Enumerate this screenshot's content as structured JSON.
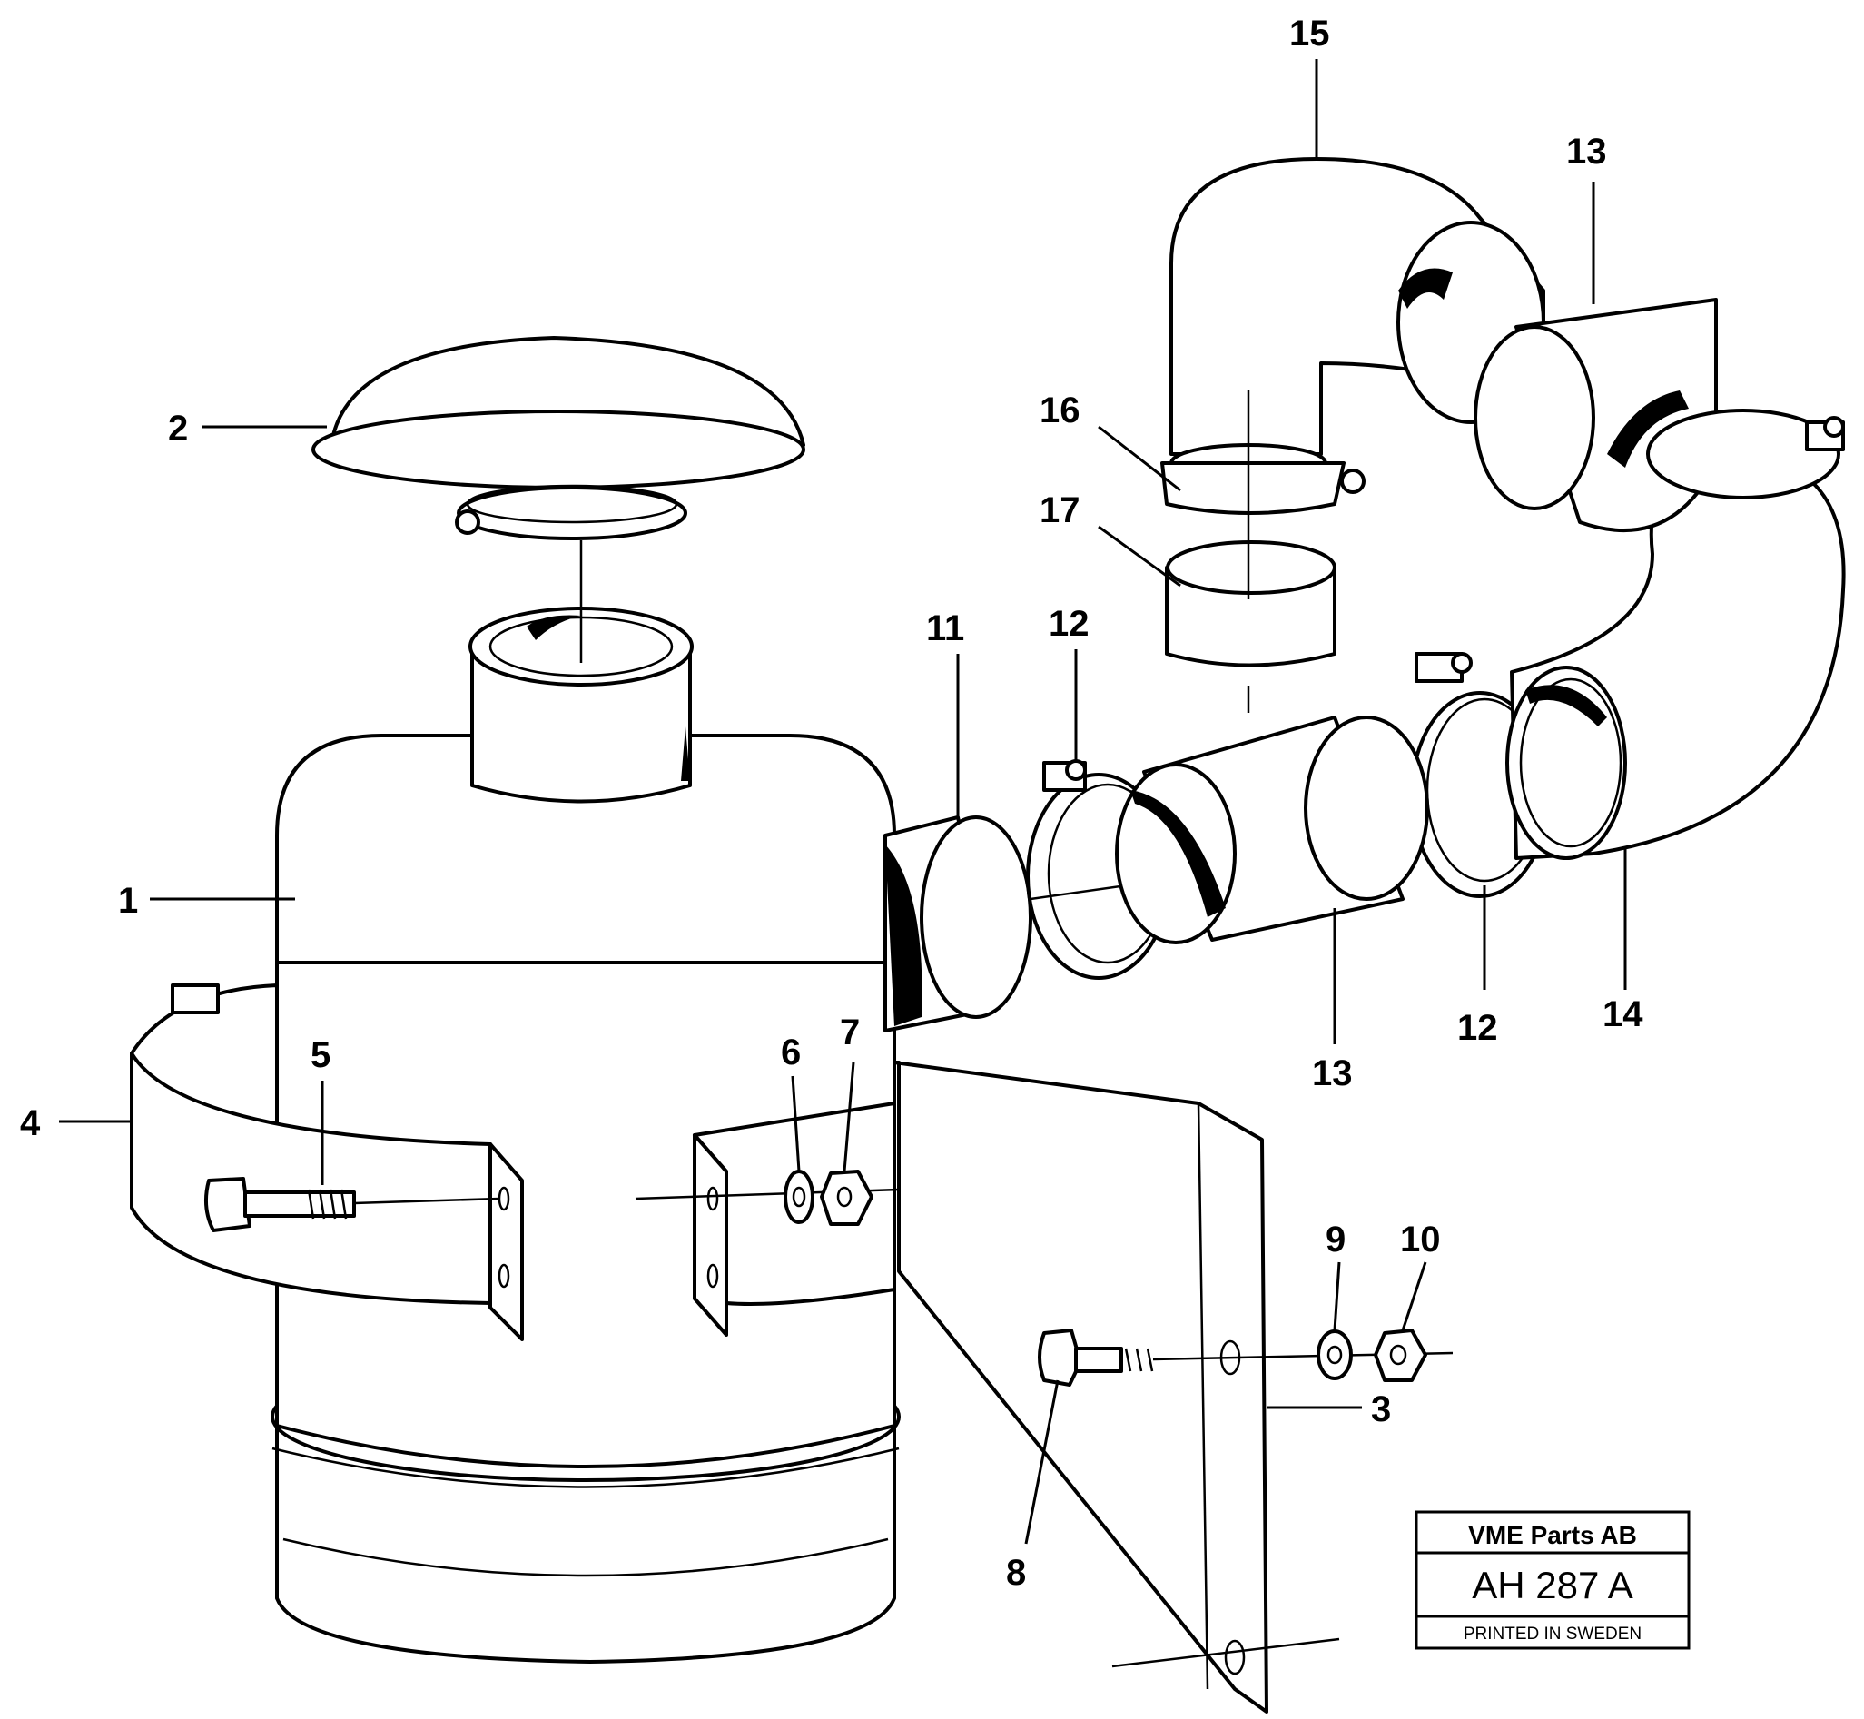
{
  "callouts": [
    {
      "id": "c1",
      "label": "1"
    },
    {
      "id": "c2",
      "label": "2"
    },
    {
      "id": "c3",
      "label": "3"
    },
    {
      "id": "c4",
      "label": "4"
    },
    {
      "id": "c5",
      "label": "5"
    },
    {
      "id": "c6",
      "label": "6"
    },
    {
      "id": "c7",
      "label": "7"
    },
    {
      "id": "c8",
      "label": "8"
    },
    {
      "id": "c9",
      "label": "9"
    },
    {
      "id": "c10",
      "label": "10"
    },
    {
      "id": "c11",
      "label": "11"
    },
    {
      "id": "c12a",
      "label": "12"
    },
    {
      "id": "c12b",
      "label": "12"
    },
    {
      "id": "c13a",
      "label": "13"
    },
    {
      "id": "c13b",
      "label": "13"
    },
    {
      "id": "c14",
      "label": "14"
    },
    {
      "id": "c15",
      "label": "15"
    },
    {
      "id": "c16",
      "label": "16"
    },
    {
      "id": "c17",
      "label": "17"
    }
  ],
  "stamp": {
    "company": "VME Parts AB",
    "code": "AH 287  A",
    "printed": "PRINTED IN SWEDEN"
  }
}
